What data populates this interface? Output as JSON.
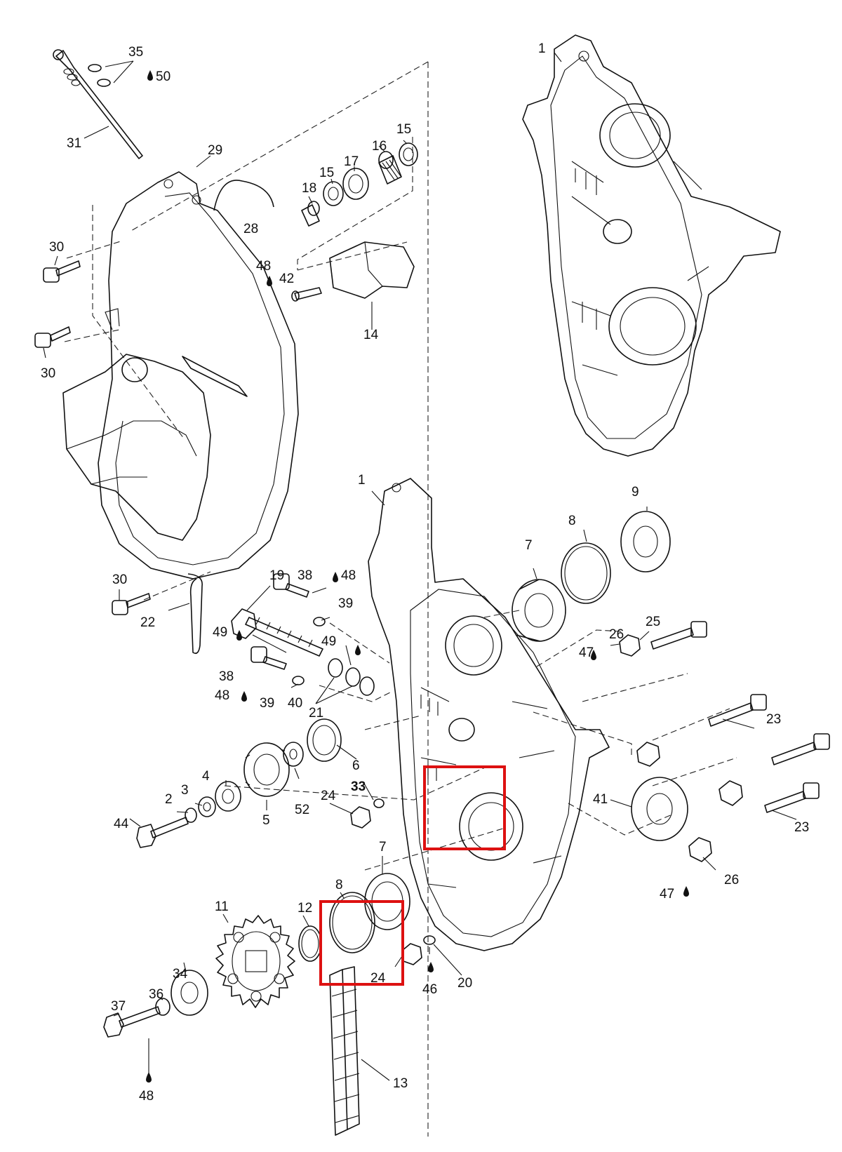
{
  "colors": {
    "line": "#111111",
    "highlight": "#dd1111",
    "background": "#ffffff"
  },
  "icons": {
    "lubricant": "oil-drop-icon"
  },
  "callouts": [
    {
      "id": "c1a",
      "label": "1"
    },
    {
      "id": "c1b",
      "label": "1"
    },
    {
      "id": "c35",
      "label": "35"
    },
    {
      "id": "c50",
      "label": "50"
    },
    {
      "id": "c31",
      "label": "31"
    },
    {
      "id": "c29",
      "label": "29"
    },
    {
      "id": "c28",
      "label": "28"
    },
    {
      "id": "c18",
      "label": "18"
    },
    {
      "id": "c15a",
      "label": "15"
    },
    {
      "id": "c17",
      "label": "17"
    },
    {
      "id": "c16",
      "label": "16"
    },
    {
      "id": "c15b",
      "label": "15"
    },
    {
      "id": "c30a",
      "label": "30"
    },
    {
      "id": "c30b",
      "label": "30"
    },
    {
      "id": "c30c",
      "label": "30"
    },
    {
      "id": "c48a",
      "label": "48"
    },
    {
      "id": "c42",
      "label": "42"
    },
    {
      "id": "c14",
      "label": "14"
    },
    {
      "id": "c9",
      "label": "9"
    },
    {
      "id": "c8a",
      "label": "8"
    },
    {
      "id": "c7a",
      "label": "7"
    },
    {
      "id": "c25",
      "label": "25"
    },
    {
      "id": "c26a",
      "label": "26"
    },
    {
      "id": "c47a",
      "label": "47"
    },
    {
      "id": "c19",
      "label": "19"
    },
    {
      "id": "c38a",
      "label": "38"
    },
    {
      "id": "c48b",
      "label": "48"
    },
    {
      "id": "c39a",
      "label": "39"
    },
    {
      "id": "c22",
      "label": "22"
    },
    {
      "id": "c49a",
      "label": "49"
    },
    {
      "id": "c49b",
      "label": "49"
    },
    {
      "id": "c38b",
      "label": "38"
    },
    {
      "id": "c48c",
      "label": "48"
    },
    {
      "id": "c39b",
      "label": "39"
    },
    {
      "id": "c40",
      "label": "40"
    },
    {
      "id": "c21",
      "label": "21"
    },
    {
      "id": "c23a",
      "label": "23"
    },
    {
      "id": "c23b",
      "label": "23"
    },
    {
      "id": "c6",
      "label": "6"
    },
    {
      "id": "c4",
      "label": "4"
    },
    {
      "id": "c3",
      "label": "3"
    },
    {
      "id": "c2",
      "label": "2"
    },
    {
      "id": "c44",
      "label": "44"
    },
    {
      "id": "c5",
      "label": "5"
    },
    {
      "id": "c52",
      "label": "52"
    },
    {
      "id": "c33",
      "label": "33"
    },
    {
      "id": "c24a",
      "label": "24"
    },
    {
      "id": "c41",
      "label": "41"
    },
    {
      "id": "c26b",
      "label": "26"
    },
    {
      "id": "c47b",
      "label": "47"
    },
    {
      "id": "c7b",
      "label": "7"
    },
    {
      "id": "c8b",
      "label": "8"
    },
    {
      "id": "c11",
      "label": "11"
    },
    {
      "id": "c12",
      "label": "12"
    },
    {
      "id": "c24b",
      "label": "24"
    },
    {
      "id": "c46",
      "label": "46"
    },
    {
      "id": "c20",
      "label": "20"
    },
    {
      "id": "c34",
      "label": "34"
    },
    {
      "id": "c36",
      "label": "36"
    },
    {
      "id": "c37",
      "label": "37"
    },
    {
      "id": "c48d",
      "label": "48"
    },
    {
      "id": "c13",
      "label": "13"
    }
  ]
}
